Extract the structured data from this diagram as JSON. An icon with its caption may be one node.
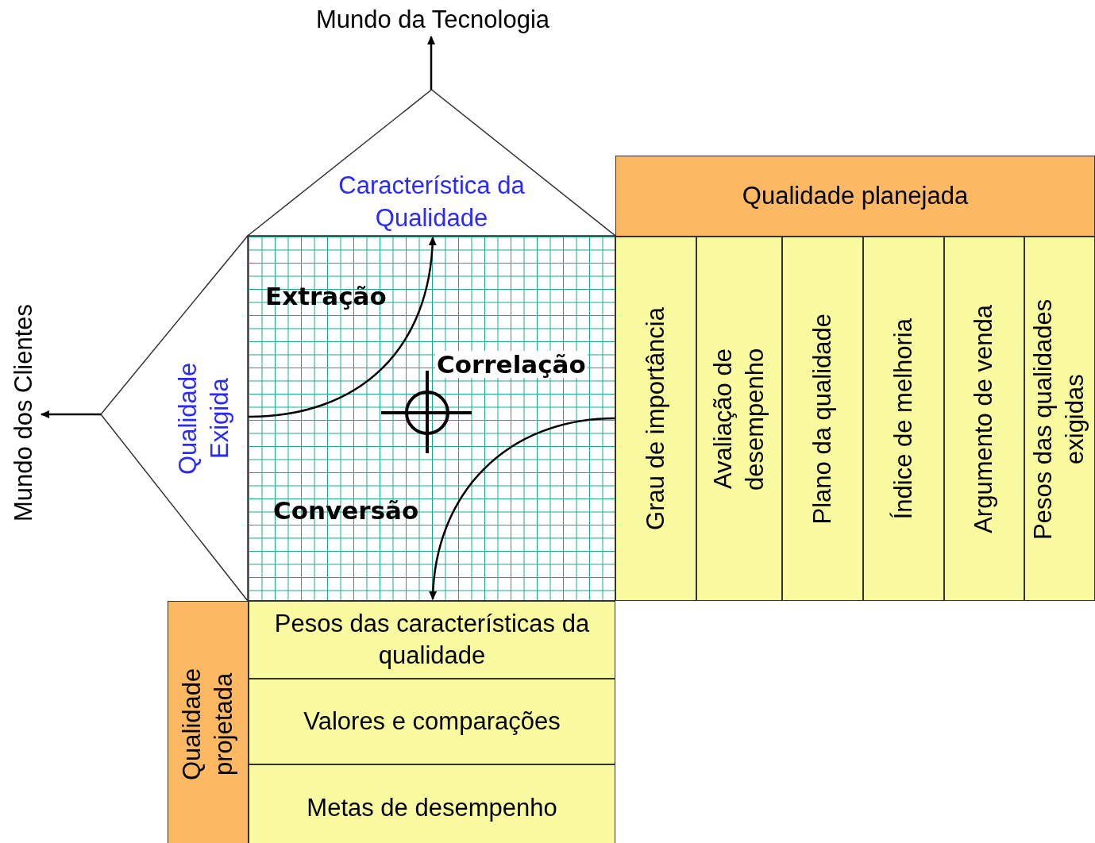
{
  "diagram": {
    "nodes": [
      {
        "text": [
          "Mundo da Tecnologia"
        ]
      },
      {
        "text": [
          "Característica da Qualidade"
        ]
      },
      {
        "text": [
          "Mundo dos Clientes"
        ]
      },
      {
        "text": [
          "Qualidade Exigida"
        ]
      },
      {
        "text": [
          "Correlação"
        ]
      },
      {
        "text": [
          "Qualidade planejada"
        ]
      },
      {
        "text": [
          "Grau de importância"
        ]
      },
      {
        "text": [
          "Avaliação de desempenho"
        ]
      },
      {
        "text": [
          "Plano da qualidade"
        ]
      },
      {
        "text": [
          "Índice de melhoria"
        ]
      },
      {
        "text": [
          "Argumento de venda"
        ]
      },
      {
        "text": [
          "Pesos das qualidades exigidas"
        ]
      },
      {
        "text": [
          "Qualidade projetada"
        ]
      },
      {
        "text": [
          "Pesos das características da qualidade"
        ]
      },
      {
        "text": [
          "Valores e comparações"
        ]
      },
      {
        "text": [
          "Metas de desempenho"
        ]
      }
    ],
    "edges": [
      {
        "from": 1,
        "to": 0,
        "arrow": "to"
      },
      {
        "from": 3,
        "to": 2,
        "arrow": "to"
      },
      {
        "from": 3,
        "to": 1,
        "arrow": "to",
        "label": "Extração"
      },
      {
        "from": 6,
        "to": 13,
        "arrow": "to",
        "label": "Conversão"
      }
    ]
  }
}
